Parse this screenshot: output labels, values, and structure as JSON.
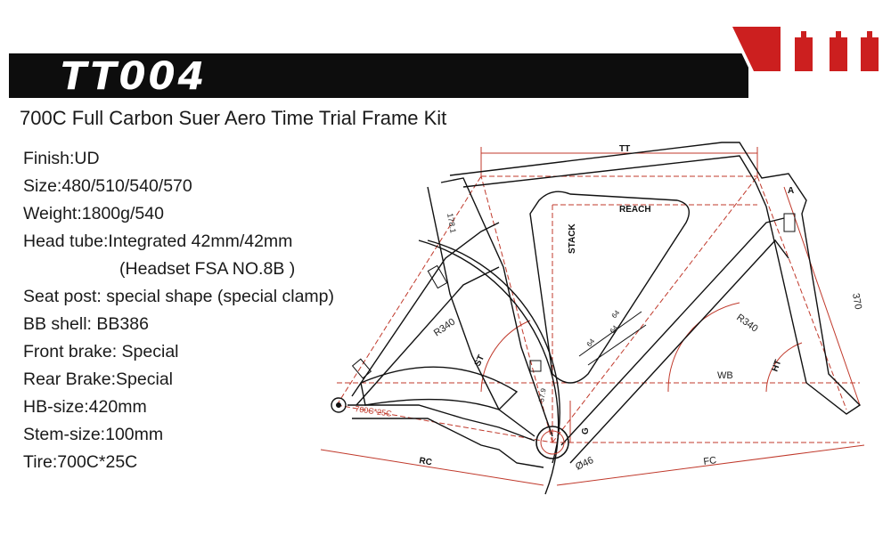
{
  "banner": {
    "model": "TT004",
    "colors": {
      "bar": "#0d0d0d",
      "accent": "#cc1f1f",
      "text": "#ffffff"
    }
  },
  "subtitle": "700C Full Carbon Suer Aero Time Trial Frame Kit",
  "specs": [
    {
      "text": "Finish:UD",
      "indent": false
    },
    {
      "text": "Size:480/510/540/570",
      "indent": false
    },
    {
      "text": "Weight:1800g/540",
      "indent": false
    },
    {
      "text": "Head tube:Integrated 42mm/42mm",
      "indent": false
    },
    {
      "text": "(Headset FSA NO.8B )",
      "indent": true
    },
    {
      "text": "Seat post: special shape (special clamp)",
      "indent": false
    },
    {
      "text": "BB shell: BB386",
      "indent": false
    },
    {
      "text": "Front brake: Special",
      "indent": false
    },
    {
      "text": "Rear Brake:Special",
      "indent": false
    },
    {
      "text": "HB-size:420mm",
      "indent": false
    },
    {
      "text": "Stem-size:100mm",
      "indent": false
    },
    {
      "text": "Tire:700C*25C",
      "indent": false
    }
  ],
  "drawing": {
    "labels": {
      "tt": "TT",
      "reach": "REACH",
      "stack": "STACK",
      "st": "ST",
      "ht": "HT",
      "wb": "WB",
      "rc": "RC",
      "fc": "FC",
      "g": "G",
      "a": "A",
      "r340_left": "R340",
      "r340_right": "R340",
      "bb_dia": "Ø46",
      "dim_370": "370",
      "dim_178": "178.1",
      "dim_64a": "64",
      "dim_64b": "64",
      "dim_64c": "64",
      "dim_57": "57.9",
      "tire_note": "700C*25C"
    },
    "colors": {
      "line": "#111111",
      "dim": "#c0392b"
    }
  }
}
